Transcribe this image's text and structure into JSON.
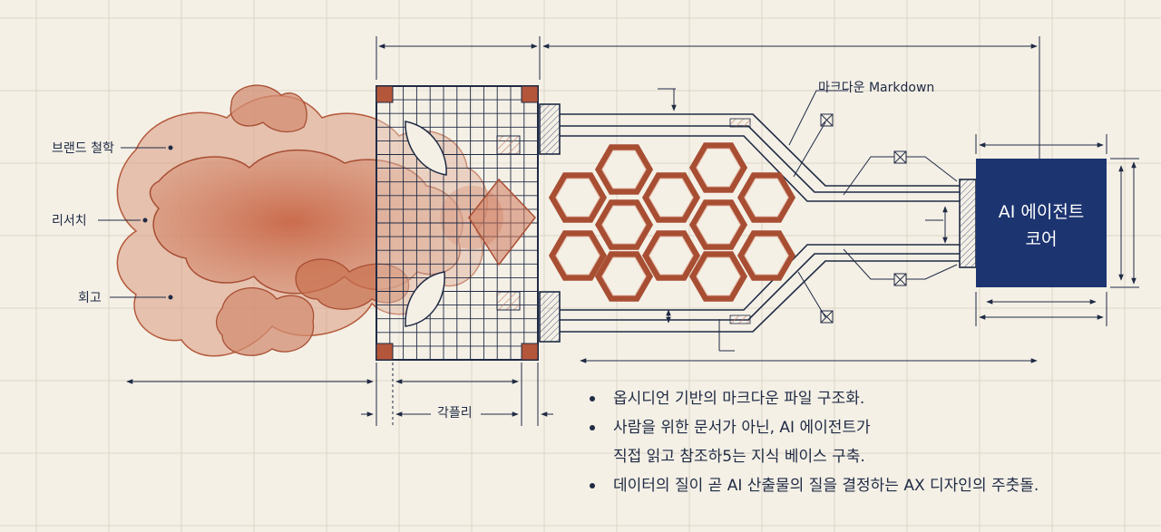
{
  "labels": {
    "input_1": "브랜드 철학",
    "input_2": "리서치",
    "input_3": "회고",
    "grid_caption": "각플리",
    "markdown_label": "마크다운 Markdown",
    "core_line1": "AI 에이전트",
    "core_line2": "코어"
  },
  "bullets": [
    "옵시디언 기반의 마크다운 파일 구조화.",
    "사람을 위한 문서가 아닌, AI 에이전트가",
    "직접 읽고 참조하5는 지식 베이스 구축.",
    "데이터의 질이 곧 AI 산출물의 질을 결정하는 AX 디자인의 주춧돌."
  ],
  "colors": {
    "background": "#f4f0e6",
    "ink": "#1f2a44",
    "rust": "#b4563a",
    "cloud": "#c8765b",
    "core": "#1c3470"
  }
}
